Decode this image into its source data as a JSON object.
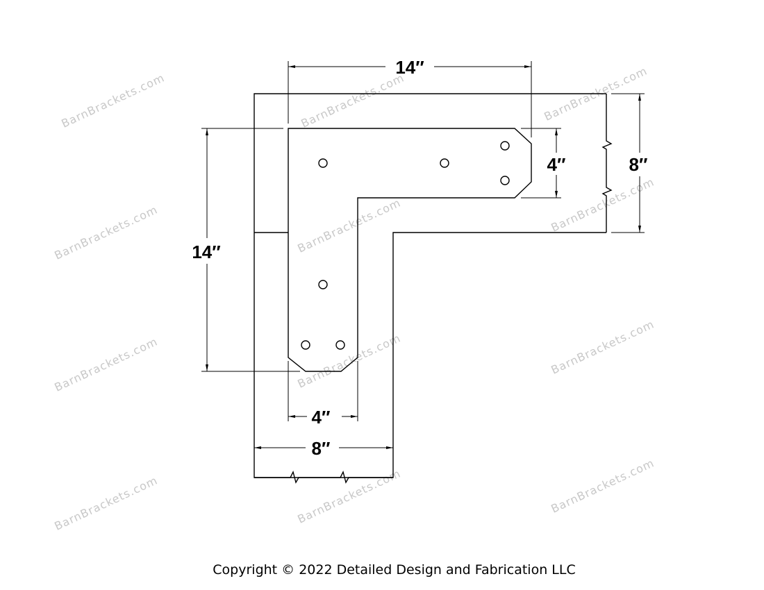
{
  "watermark": "BarnBrackets.com",
  "dimensions": {
    "top_length": "14″",
    "left_length": "14″",
    "right_bracket_width": "4″",
    "right_beam_depth": "8″",
    "bottom_bracket_width": "4″",
    "bottom_post_width": "8″"
  },
  "copyright": "Copyright © 2022 Detailed Design and Fabrication LLC"
}
